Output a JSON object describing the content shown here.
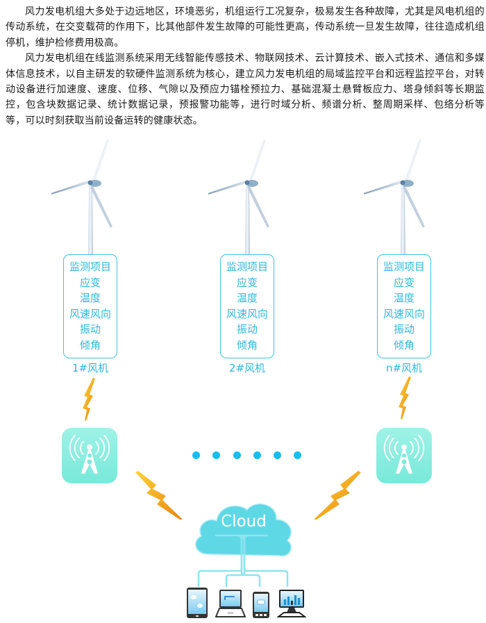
{
  "article": {
    "paragraphs": [
      "风力发电机组大多处于边远地区，环境恶劣，机组运行工况复杂，极易发生各种故障，尤其是风电机组的传动系统，在交变载荷的作用下，比其他部件发生故障的可能性更高，传动系统一旦发生故障，往往造成机组停机，维护检修费用极高。",
      "风力发电机组在线监测系统采用无线智能传感技术、物联网技术、云计算技术、嵌入式技术、通信和多媒体信息技术，以自主研发的软硬件监测系统为核心，建立风力发电机组的局域监控平台和远程监控平台，对转动设备进行加速度、速度、位移、气隙以及预应力锚栓预拉力、基础混凝土悬臂板应力、塔身倾斜等长期监控，包含块数据记录、统计数据记录，预报警功能等，进行时域分析、频谱分析、整周期采样、包络分析等等，可以时刻获取当前设备运转的健康状态。"
    ]
  },
  "diagram": {
    "turbines": [
      {
        "label": "1#风机",
        "monitor_items": [
          "监测项目",
          "应变",
          "温度",
          "风速风向",
          "振动",
          "倾角"
        ],
        "has_base_station": true
      },
      {
        "label": "2#风机",
        "monitor_items": [
          "监测项目",
          "应变",
          "温度",
          "风速风向",
          "振动",
          "倾角"
        ],
        "has_base_station": false
      },
      {
        "label": "n#风机",
        "monitor_items": [
          "监测项目",
          "应变",
          "温度",
          "风速风向",
          "振动",
          "倾角"
        ],
        "has_base_station": true
      }
    ],
    "ellipsis_dot_count": 6,
    "cloud": {
      "label": "Cloud",
      "icon": "cloud-icon"
    },
    "terminals": [
      {
        "icon": "tablet-icon"
      },
      {
        "icon": "laptop-icon"
      },
      {
        "icon": "smartphone-icon"
      },
      {
        "icon": "desktop-monitor-icon"
      }
    ],
    "base_station_icon": "signal-tower-icon",
    "link_icon": "lightning-bolt-icon",
    "colors": {
      "accent_text": "#2cb8de",
      "box_border": "#39c4e6",
      "dots": "#12bff0",
      "cloud": "#5fd8e6",
      "tower_tile": "#7eeadc",
      "lightning": "#f5a623"
    }
  }
}
